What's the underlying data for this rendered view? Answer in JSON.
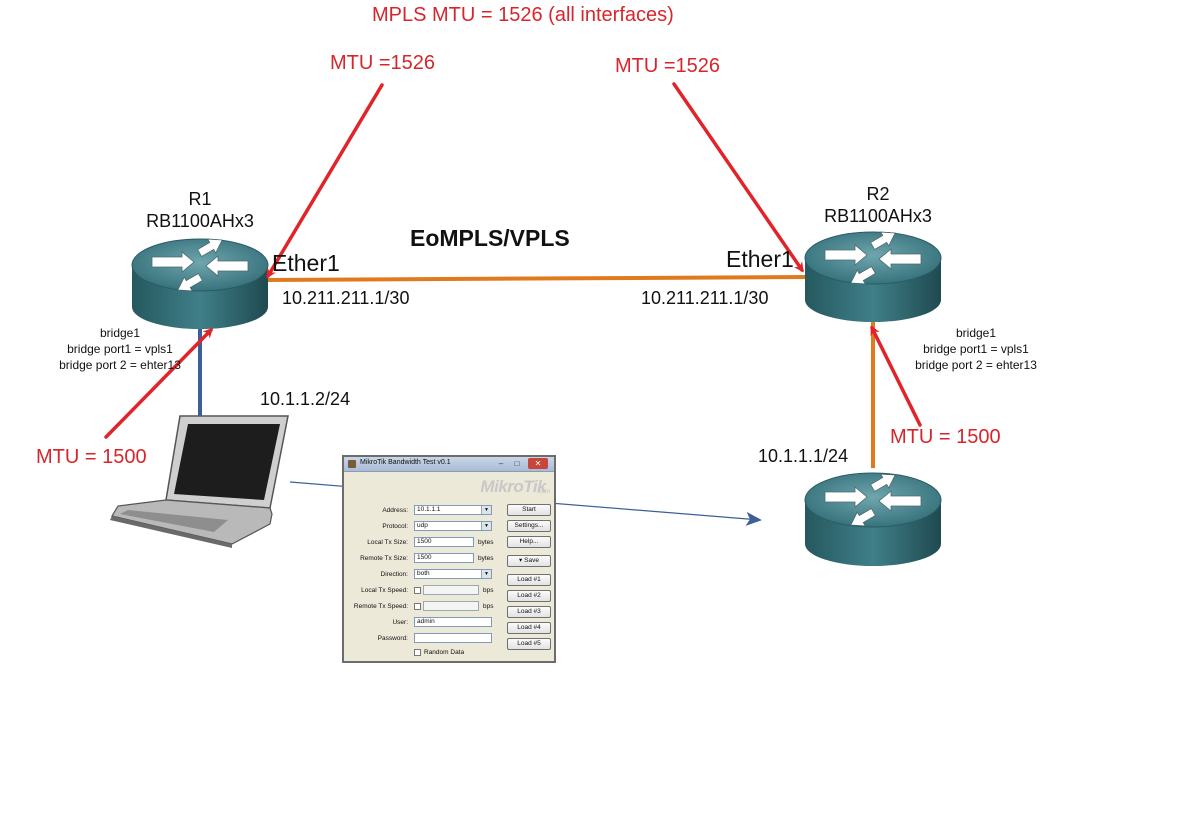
{
  "header": {
    "mpls_note": "MPLS MTU = 1526 (all interfaces)"
  },
  "annotations": {
    "mtu_r1_wan": "MTU =1526",
    "mtu_r2_wan": "MTU =1526",
    "mtu_r1_lan": "MTU = 1500",
    "mtu_r2_lan": "MTU = 1500"
  },
  "link": {
    "label": "EoMPLS/VPLS"
  },
  "r1": {
    "name": "R1",
    "model": "RB1100AHx3",
    "interface": "Ether1",
    "ip": "10.211.211.1/30",
    "bridge": [
      "bridge1",
      "bridge port1 = vpls1",
      "bridge port 2 = ehter13"
    ]
  },
  "r2": {
    "name": "R2",
    "model": "RB1100AHx3",
    "interface": "Ether1",
    "ip": "10.211.211.1/30",
    "bridge": [
      "bridge1",
      "bridge port1 = vpls1",
      "bridge port 2 = ehter13"
    ]
  },
  "laptop": {
    "ip": "10.1.1.2/24"
  },
  "router3": {
    "ip": "10.1.1.1/24"
  },
  "colors": {
    "annotation_red": "#d7262b",
    "link_orange": "#e07a1e",
    "link_blue": "#3d5f99",
    "router_teal": "#3e7d86"
  },
  "mikrotik": {
    "title": "MikroTik Bandwidth Test v0.1",
    "logo": "MikroTik",
    "logo_suffix": ".com",
    "fields": {
      "address_label": "Address:",
      "address_value": "10.1.1.1",
      "protocol_label": "Protocol:",
      "protocol_value": "udp",
      "local_tx_size_label": "Local Tx Size:",
      "local_tx_size_value": "1500",
      "local_tx_size_unit": "bytes",
      "remote_tx_size_label": "Remote Tx Size:",
      "remote_tx_size_value": "1500",
      "remote_tx_size_unit": "bytes",
      "direction_label": "Direction:",
      "direction_value": "both",
      "local_tx_speed_label": "Local Tx Speed:",
      "local_tx_speed_unit": "bps",
      "remote_tx_speed_label": "Remote Tx Speed:",
      "remote_tx_speed_unit": "bps",
      "user_label": "User:",
      "user_value": "admin",
      "password_label": "Password:",
      "password_value": "",
      "random_data_label": "Random Data"
    },
    "buttons": {
      "start": "Start",
      "settings": "Settings...",
      "help": "Help...",
      "save": "▾ Save",
      "load1": "Load #1",
      "load2": "Load #2",
      "load3": "Load #3",
      "load4": "Load #4",
      "load5": "Load #5"
    }
  }
}
